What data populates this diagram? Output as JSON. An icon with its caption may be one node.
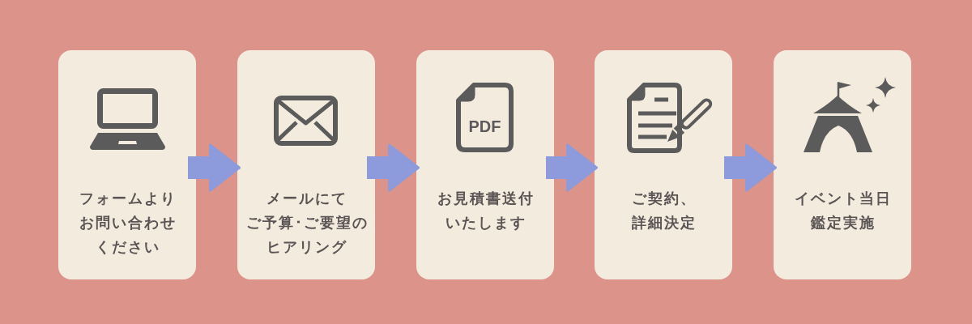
{
  "diagram": {
    "nodes": [
      {
        "text": [
          "フォームよりお問い合わせください"
        ]
      },
      {
        "text": [
          "メールにてご予算･ご要望のヒアリング"
        ]
      },
      {
        "text": [
          "PDF",
          "お見積書送付いたします"
        ]
      },
      {
        "text": [
          "ご契約、詳細決定"
        ]
      },
      {
        "text": [
          "イベント当日鑑定実施"
        ]
      }
    ],
    "edges": [
      {
        "from": 0,
        "to": 1,
        "arrow": "to"
      },
      {
        "from": 1,
        "to": 2,
        "arrow": "to"
      },
      {
        "from": 2,
        "to": 3,
        "arrow": "to"
      },
      {
        "from": 3,
        "to": 4,
        "arrow": "to"
      }
    ]
  }
}
